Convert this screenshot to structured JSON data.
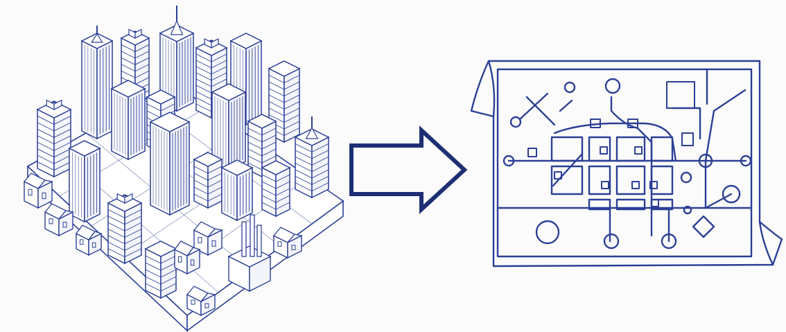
{
  "figure": {
    "left_panel": "isometric-city-illustration",
    "connector": "right-arrow",
    "right_panel": "city-map-blueprint",
    "text_labels": []
  },
  "colors": {
    "line": "#2b3f95",
    "arrow": "#1d2f73",
    "paper": "#fbfbfc",
    "fill_light": "#ffffff"
  },
  "icons": {
    "city": "city-icon",
    "arrow": "arrow-right-icon",
    "map": "map-icon"
  }
}
